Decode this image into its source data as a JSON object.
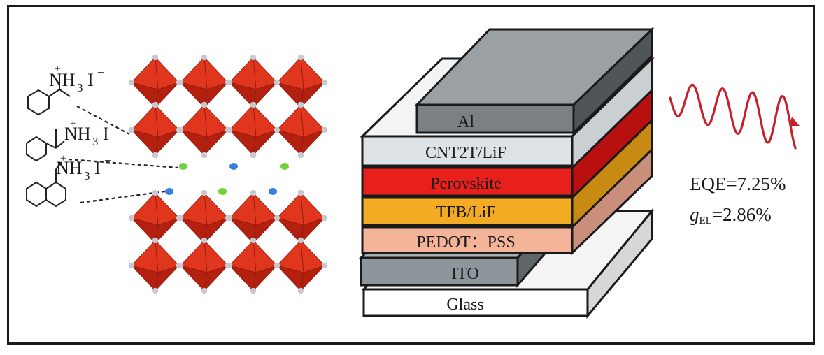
{
  "cations": [
    {
      "amine": "NH",
      "sub": "3",
      "counter": "I",
      "charge_plus": "+",
      "charge_minus": "−"
    },
    {
      "amine": "NH",
      "sub": "3",
      "counter": "I",
      "charge_plus": "+",
      "charge_minus": "−"
    },
    {
      "amine": "NH",
      "sub": "3",
      "counter": "I",
      "charge_plus": "+",
      "charge_minus": "−"
    }
  ],
  "device": {
    "layers": [
      {
        "key": "al",
        "label": "Al"
      },
      {
        "key": "cnt",
        "label": "CNT2T/LiF"
      },
      {
        "key": "perovskite",
        "label": "Perovskite"
      },
      {
        "key": "tfb",
        "label": "TFB/LiF"
      },
      {
        "key": "pedot",
        "label": "PEDOT：PSS"
      },
      {
        "key": "ito",
        "label": "ITO"
      },
      {
        "key": "glass",
        "label": "Glass"
      }
    ]
  },
  "metrics": {
    "eqe": "EQE=7.25%",
    "g_symbol": "g",
    "g_sub": "EL",
    "g_value": "=2.86%"
  },
  "colors": {
    "octahedron": "#e0361e",
    "octahedron_dark": "#b3200f",
    "node": "#c8c8d0",
    "ion_green": "#6fd43a",
    "ion_blue": "#3a7fdc",
    "al_front": "#7b8084",
    "al_top": "#9aa0a4",
    "al_side": "#505558",
    "cnt_fill": "#dde2e6",
    "perovskite_fill": "#e8201c",
    "tfb_fill": "#f2ab22",
    "pedot_fill": "#f4b49a",
    "ito_fill": "#8e969b",
    "glass_fill": "#ffffff",
    "wave": "#c8202a"
  }
}
